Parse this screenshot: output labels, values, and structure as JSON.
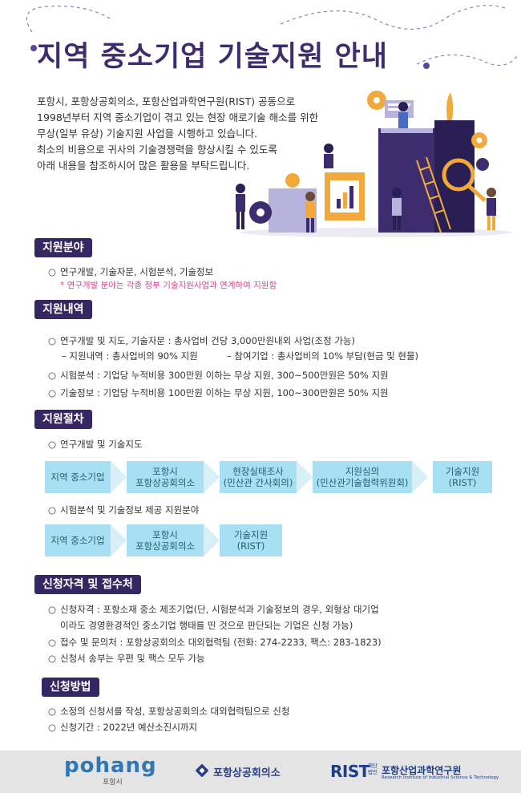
{
  "title": "지역 중소기업 기술지원 안내",
  "intro": [
    "포항시, 포항상공회의소, 포항산업과학연구원(RIST) 공동으로",
    "1998년부터 지역 중소기업이 겪고 있는 현장 애로기술 해소를 위한",
    "무상(일부 유상) 기술지원  사업을 시행하고 있습니다.",
    "최소의 비용으로 귀사의 기술경쟁력을 향상시킬 수 있도록",
    "아래 내용을 참조하시어 많은 활용을 부탁드립니다."
  ],
  "bullet_mark": "○",
  "sections": {
    "field": {
      "heading": "지원분야",
      "items": [
        "연구개발, 기술자문, 시험분석, 기술정보"
      ],
      "note": "* 연구개발 분야는 각종 정부 기술지원사업과 연계하여 지원함"
    },
    "content": {
      "heading": "지원내역",
      "item1": "연구개발 및 지도, 기술자문 : 총사업비 건당 3,000만원내외 사업(조정 가능)",
      "sub_left": "– 지원내역 : 총사업비의 90% 지원",
      "sub_right": "– 참여기업 : 총사업비의 10% 부담(현금 및 현물)",
      "item2": "시험분석 : 기업당 누적비용 300만원 이하는 무상 지원, 300~500만원은 50% 지원",
      "item3": "기술정보 : 기업당 누적비용 100만원 이하는 무상 지원, 100~300만원은 50% 지원"
    },
    "procedure": {
      "heading": "지원절차",
      "flow1_title": "연구개발 및 기술지도",
      "flow1": [
        {
          "line1": "지역 중소기업",
          "line2": ""
        },
        {
          "line1": "포항시",
          "line2": "포항상공회의소"
        },
        {
          "line1": "현장실태조사",
          "line2": "(민산관 간사회의)"
        },
        {
          "line1": "지원심의",
          "line2": "(민산관기술협력위원회)"
        },
        {
          "line1": "기술지원",
          "line2": "(RIST)"
        }
      ],
      "flow2_title": "시험분석 및 기술정보 제공 지원분야",
      "flow2": [
        {
          "line1": "지역 중소기업",
          "line2": ""
        },
        {
          "line1": "포항시",
          "line2": "포항상공회의소"
        },
        {
          "line1": "기술지원",
          "line2": "(RIST)"
        }
      ]
    },
    "eligibility": {
      "heading": "신청자격 및 접수처",
      "item1": "신청자격 : 포항소재 중소 제조기업(단, 시험분석과 기술정보의 경우, 외형상 대기업",
      "item1_cont": "이라도 경영환경적인 중소기업 행태를 띤 것으로 판단되는 기업은 신청 가능)",
      "item2": "접수 및 문의처 : 포항상공회의소 대외협력팀 (전화: 274-2233, 팩스: 283-1823)",
      "item3": "신청서 송부는 우편 및 팩스 모두 가능"
    },
    "method": {
      "heading": "신청방법",
      "item1": "소정의 신청서를 작성, 포항상공회의소 대외협력팀으로 신청",
      "item2": "신청기간 : 2022년 예산소진시까지"
    }
  },
  "footer": {
    "pohang_logo": "pohang",
    "pohang_sub": "포항시",
    "chamber": "포항상공회의소",
    "rist": "RIST",
    "rist_small": "재단\n법인",
    "rist_name": "포항산업과학연구원",
    "rist_en": "Research Institute of Industrial Science & Technology"
  },
  "colors": {
    "primary": "#352762",
    "note": "#d6458a",
    "flow_box": "#a9dff2",
    "flow_arrow": "#d8eff8",
    "illus_purple": "#3d2d6e",
    "illus_orange": "#f2a93b",
    "illus_lavender": "#b8b3dc"
  },
  "icons": [
    "gear-icon",
    "ladder-icon",
    "magnifier-icon",
    "chart-board-icon"
  ]
}
